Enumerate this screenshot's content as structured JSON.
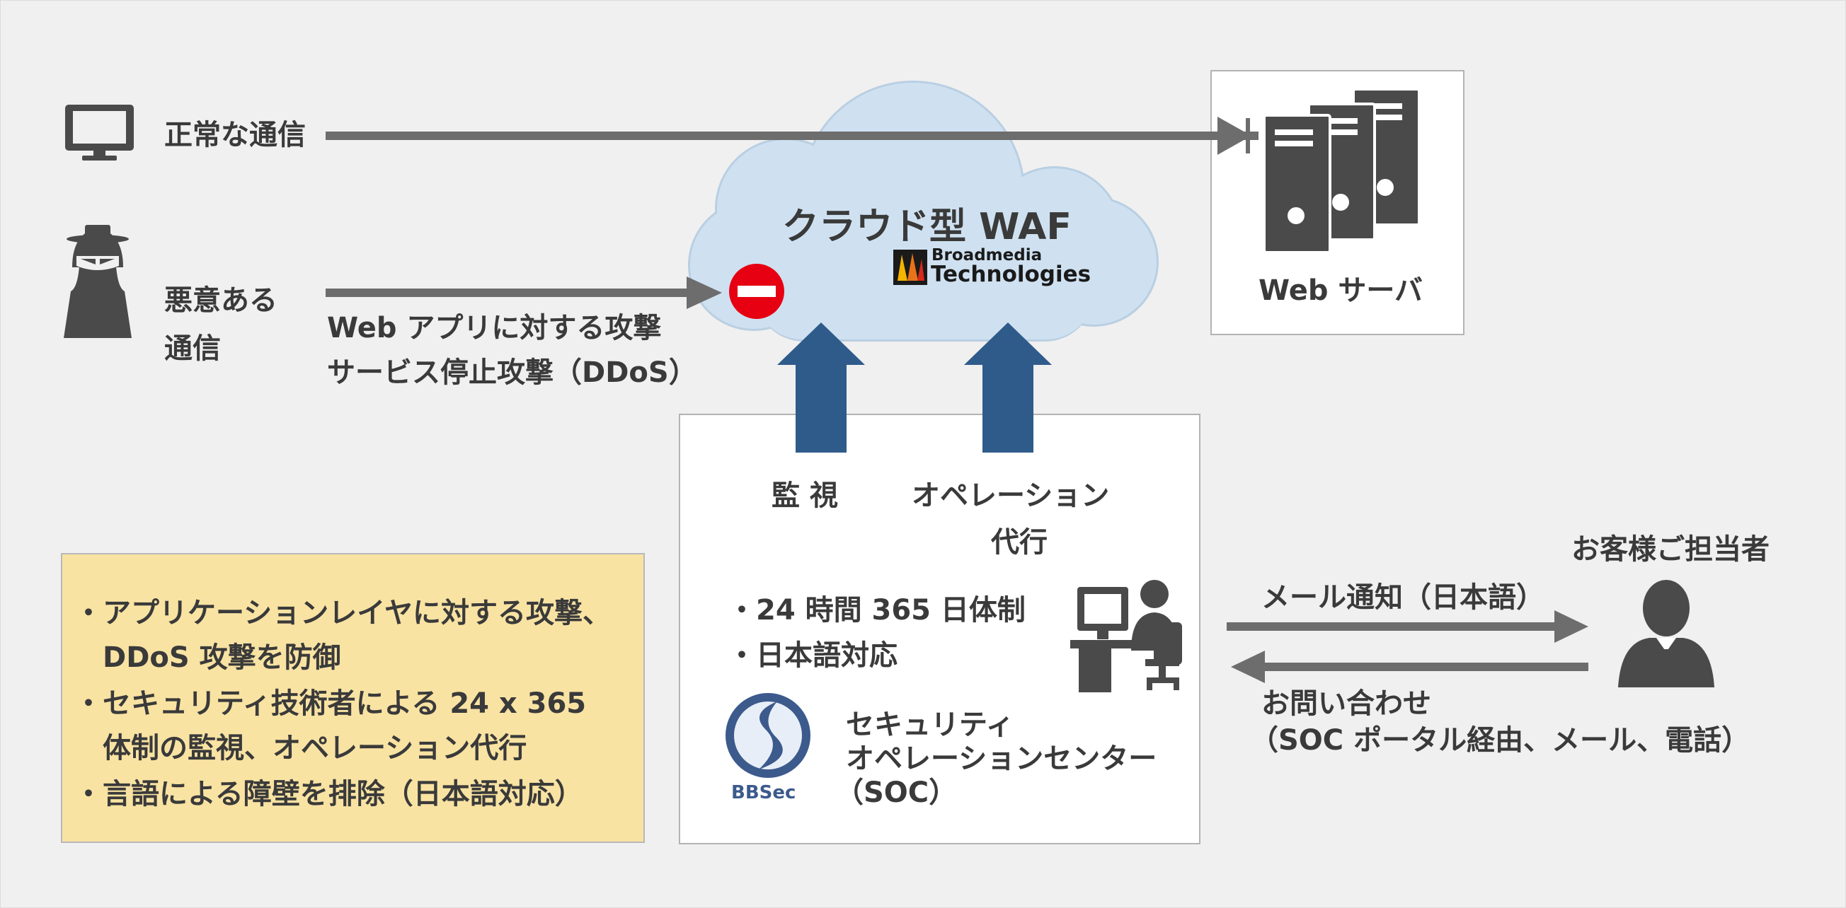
{
  "colors": {
    "background": "#f0f0f0",
    "cloud_fill": "#cfe1f1",
    "cloud_stroke": "#b9cfe3",
    "arrow_gray": "#6d6d6d",
    "arrow_blue": "#2f5b8a",
    "block_red": "#e60012",
    "icon_gray": "#4a4a4a",
    "note_fill": "#f9e3a3",
    "note_stroke": "#b8b8b8",
    "box_fill": "#ffffff",
    "box_stroke": "#b3b3b3"
  },
  "icons": {
    "pc": "desktop-monitor-icon",
    "attacker": "masked-hacker-icon",
    "block": "no-entry-icon",
    "servers": "server-rack-icon",
    "operator": "operator-at-desk-icon",
    "person": "businessman-icon"
  },
  "normal_traffic": {
    "label": "正常な通信"
  },
  "malicious_traffic": {
    "label_line1": "悪意ある",
    "label_line2": "通信",
    "attack_line1": "Web アプリに対する攻撃",
    "attack_line2": "サービス停止攻撃（DDoS）"
  },
  "cloud": {
    "title": "クラウド型 WAF",
    "logo_top": "Broadmedia",
    "logo_bottom": "Technologies"
  },
  "server": {
    "label": "Web サーバ"
  },
  "soc": {
    "arrow_left_label": "監 視",
    "arrow_right_line1": "オペレーション",
    "arrow_right_line2": "代行",
    "bullet1": "・24 時間 365 日体制",
    "bullet2": "・日本語対応",
    "logo_text": "BBSec",
    "name_line1": "セキュリティ",
    "name_line2": "オペレーションセンター",
    "name_line3": "（SOC）"
  },
  "features": {
    "lines": [
      "・アプリケーションレイヤに対する攻撃、",
      "　DDoS 攻撃を防御",
      "・セキュリティ技術者による 24 x 365",
      "　体制の監視、オペレーション代行",
      "・言語による障壁を排除（日本語対応）"
    ]
  },
  "customer": {
    "label": "お客様ご担当者",
    "notify_label": "メール通知（日本語）",
    "inquiry_line1": "お問い合わせ",
    "inquiry_line2": "（SOC ポータル経由、メール、電話）"
  }
}
